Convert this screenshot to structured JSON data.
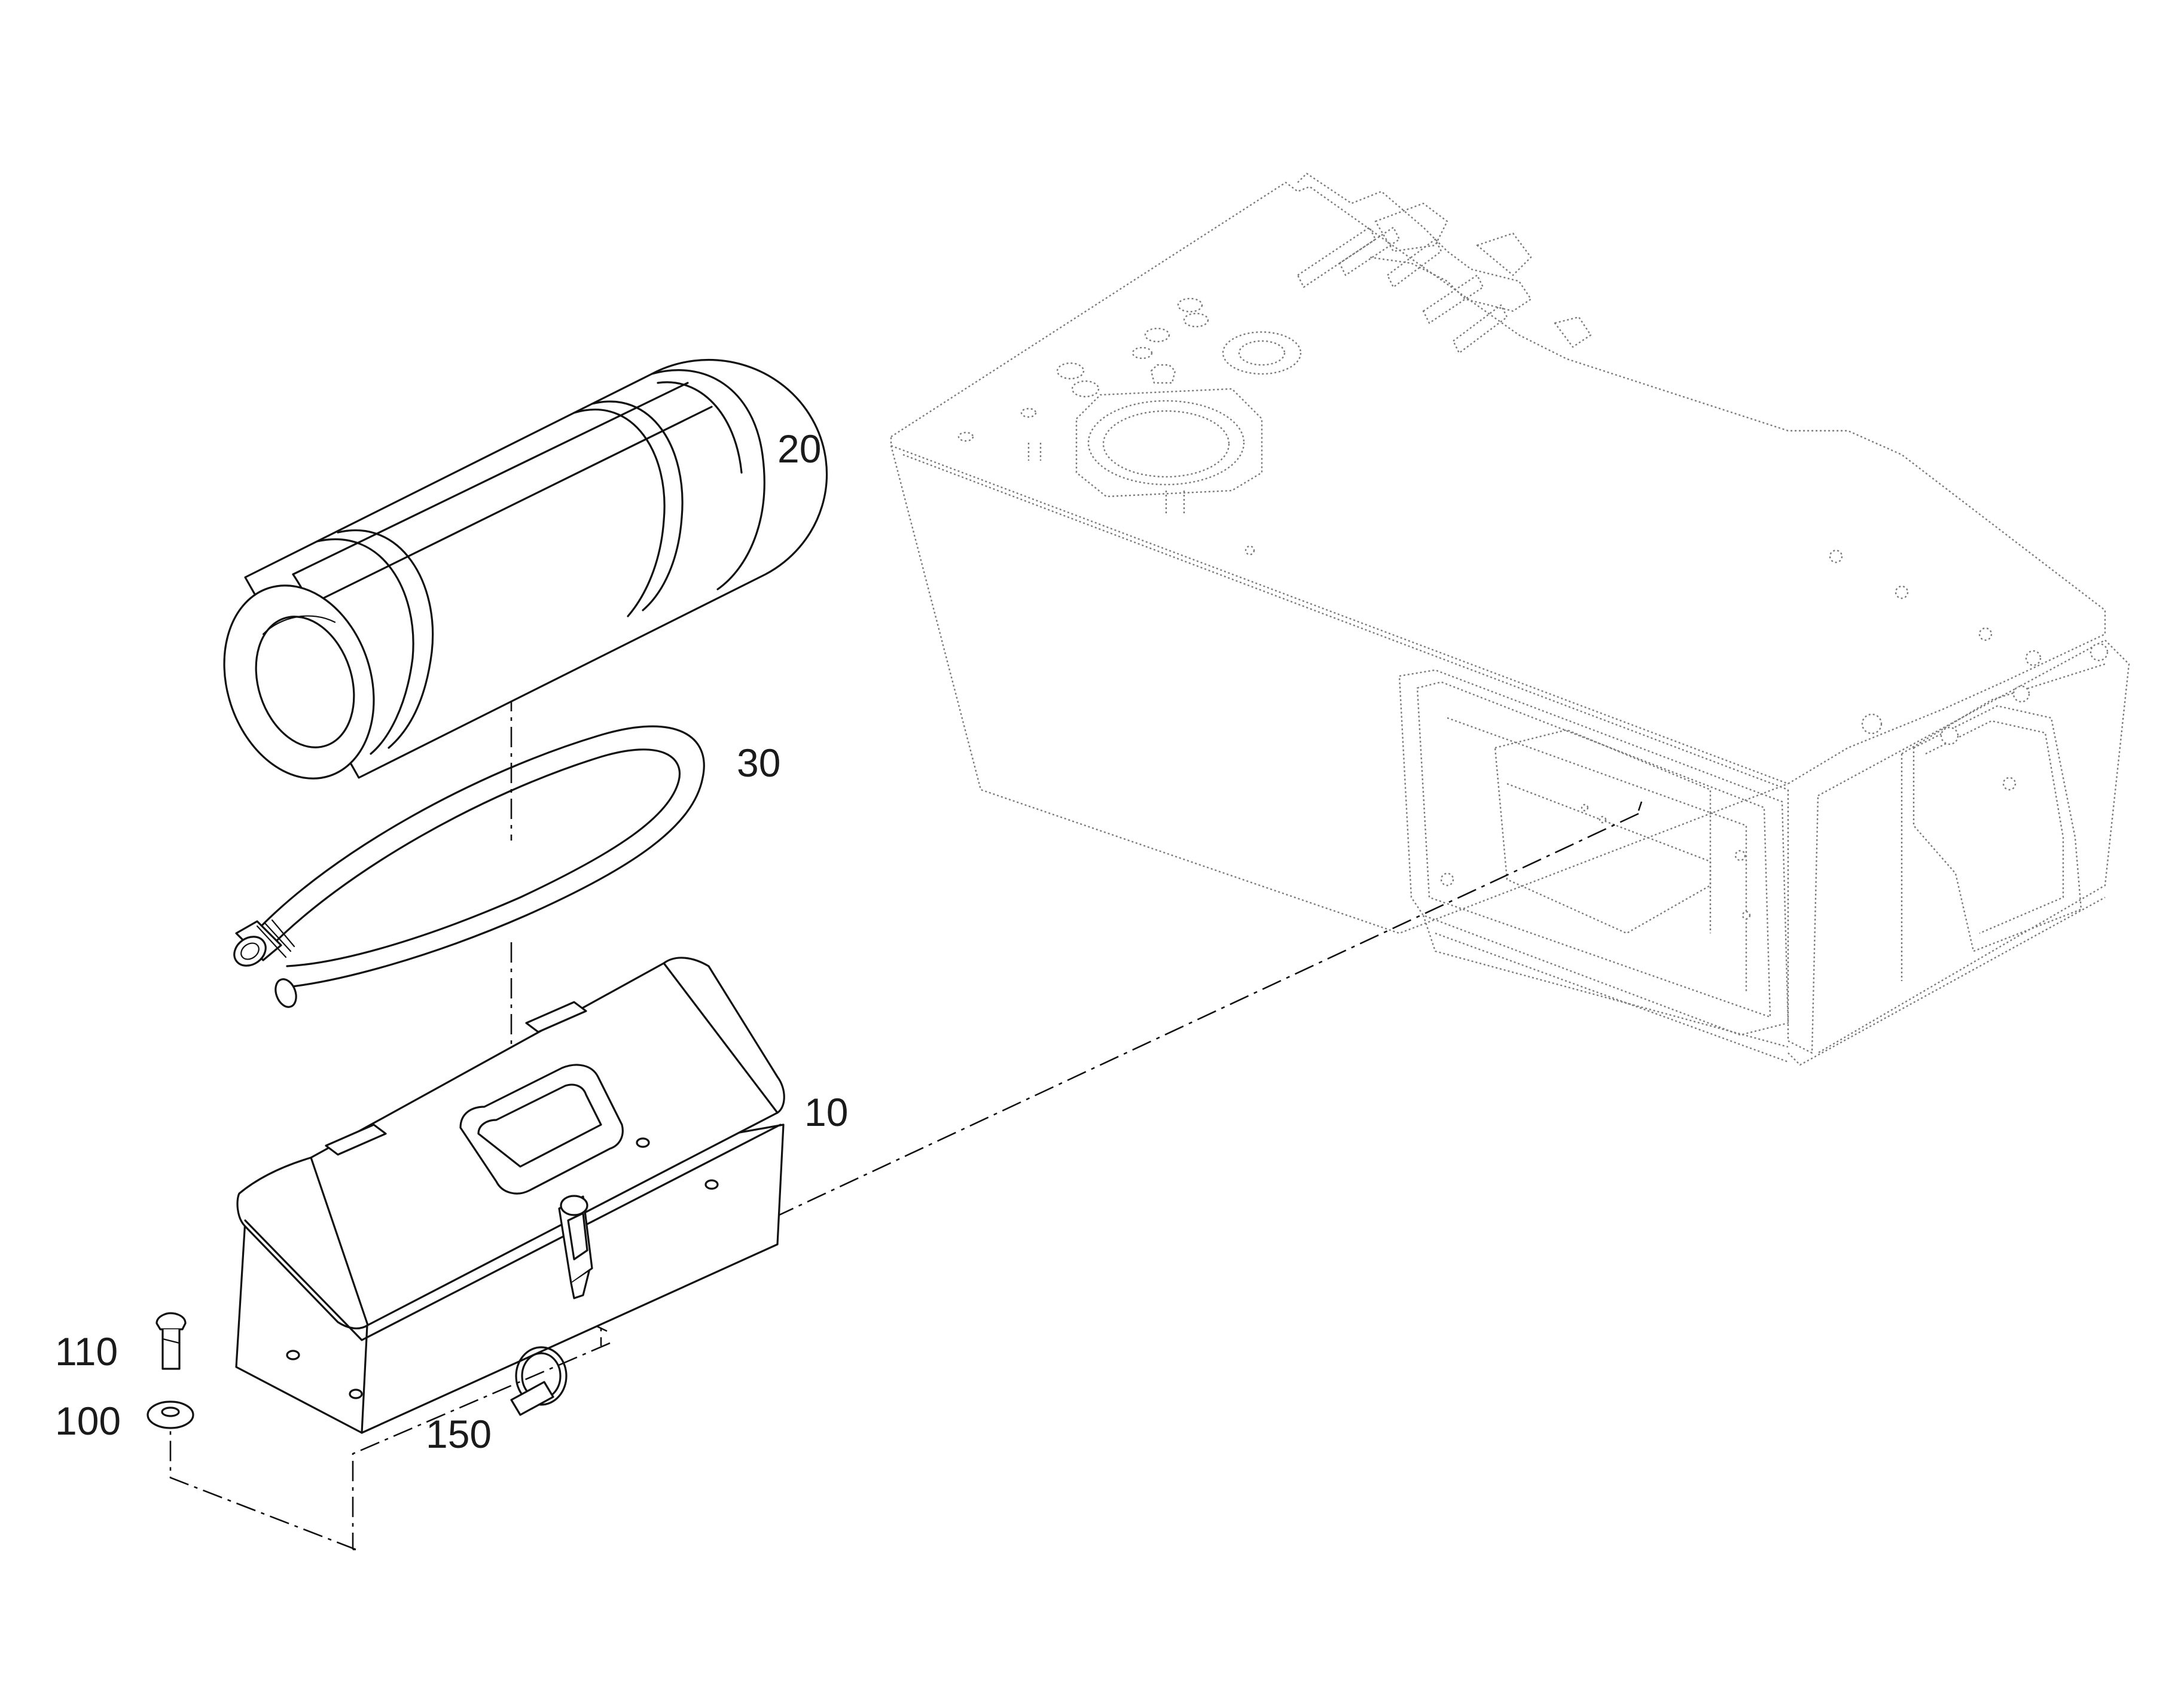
{
  "labels": {
    "part_20": "20",
    "part_30": "30",
    "part_10": "10",
    "part_110": "110",
    "part_100": "100",
    "part_150": "150"
  },
  "colors": {
    "line": "#111111",
    "ghost_line": "#7a7a7a",
    "background": "#ffffff"
  }
}
